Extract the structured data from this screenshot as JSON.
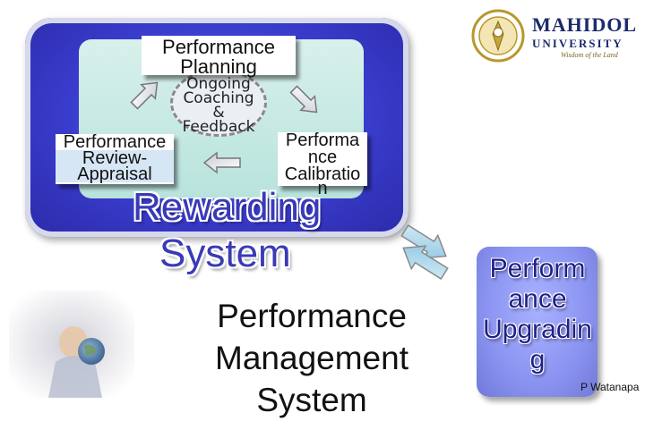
{
  "logo": {
    "name": "MAHIDOL",
    "sub": "UNIVERSITY",
    "motto": "Wisdom of the Land"
  },
  "cycle": {
    "planning": "Performance Planning",
    "center": [
      "Ongoing",
      "Coaching",
      "&",
      "Feedback"
    ],
    "review_line1": "Performance",
    "review_line2": "Review-",
    "review_line3": "Appraisal",
    "calibration": [
      "Performa",
      "nce",
      "Calibratio",
      "n"
    ]
  },
  "rewarding": {
    "line1": "Rewarding",
    "line2": "System"
  },
  "pms": {
    "line1": "Performance",
    "line2": "Management",
    "line3": "System"
  },
  "upgrading": {
    "lines": [
      "Perform",
      "ance",
      "Upgradin",
      "g"
    ]
  },
  "author": "P Watanapa",
  "colors": {
    "panel_blue": "#3a3ccc",
    "inner_mint": "#c6e9e3",
    "upgrade_lavender": "#8a93f0",
    "text_blue": "#3a3ab8",
    "arrow_blue": "#a8d4ea"
  }
}
